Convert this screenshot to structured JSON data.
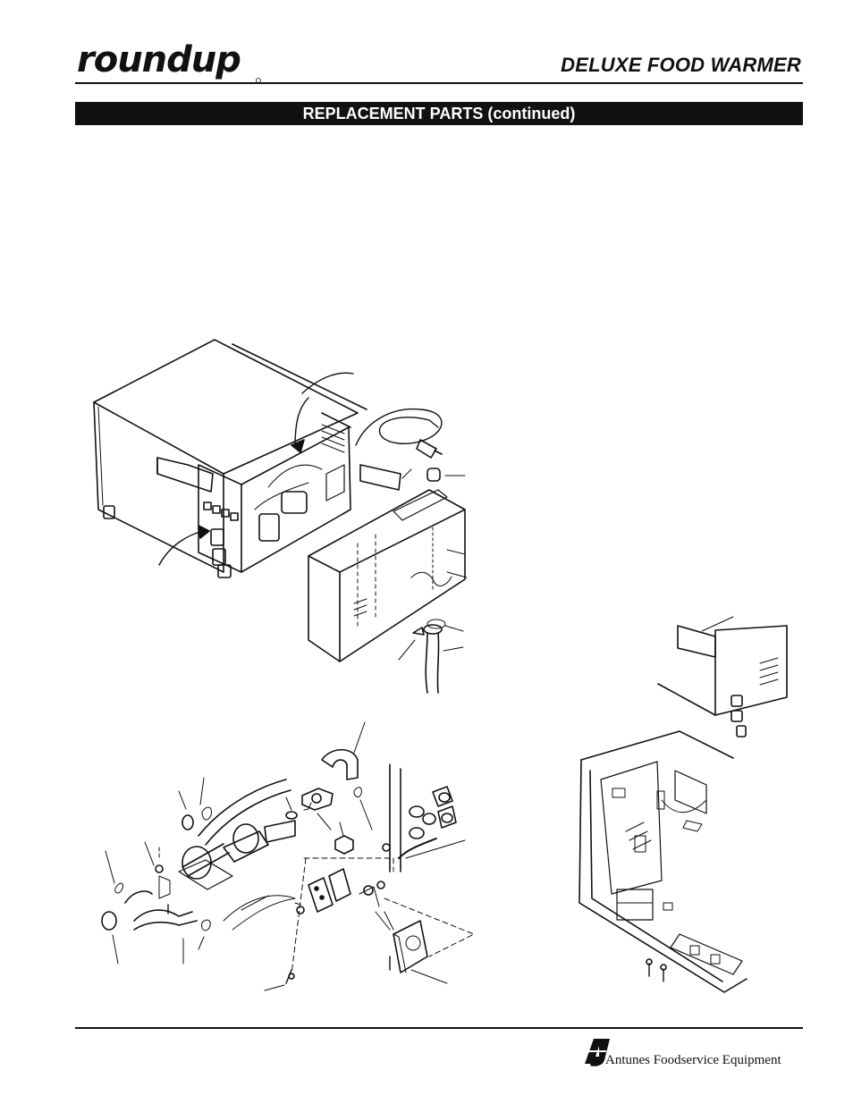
{
  "header": {
    "brand": "roundup",
    "title": "DELUXE FOOD WARMER"
  },
  "section": {
    "title": "REPLACEMENT PARTS (continued)"
  },
  "footer": {
    "company": "Antunes Foodservice Equipment"
  }
}
